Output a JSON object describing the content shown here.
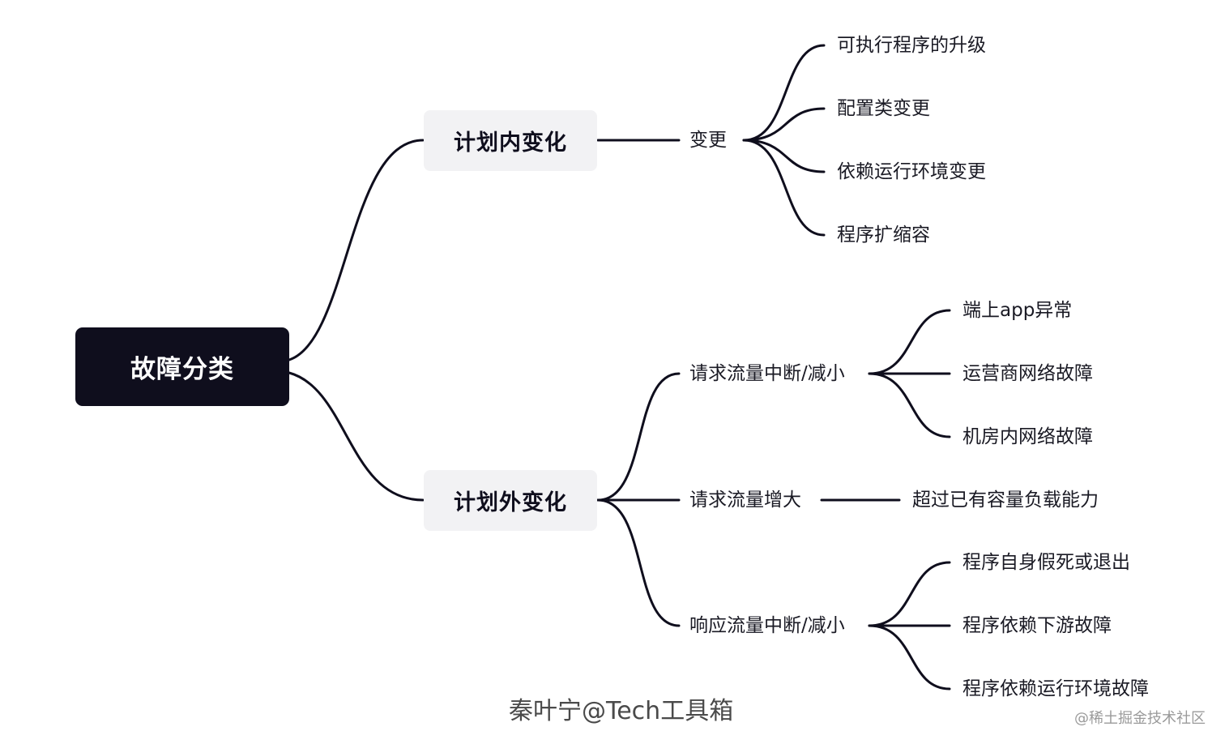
{
  "colors": {
    "line": "#0f0e1d",
    "root_bg": "#0f0e1d",
    "branch_bg": "#f2f2f4"
  },
  "root": {
    "label": "故障分类"
  },
  "branches": [
    {
      "label": "计划内变化",
      "children": [
        {
          "label": "变更",
          "children": [
            "可执行程序的升级",
            "配置类变更",
            "依赖运行环境变更",
            "程序扩缩容"
          ]
        }
      ]
    },
    {
      "label": "计划外变化",
      "children": [
        {
          "label": "请求流量中断/减小",
          "children": [
            "端上app异常",
            "运营商网络故障",
            "机房内网络故障"
          ]
        },
        {
          "label": "请求流量增大",
          "children": [
            "超过已有容量负载能力"
          ]
        },
        {
          "label": "响应流量中断/减小",
          "children": [
            "程序自身假死或退出",
            "程序依赖下游故障",
            "程序依赖运行环境故障"
          ]
        }
      ]
    }
  ],
  "watermark": "秦叶宁@Tech工具箱",
  "site_mark": "@稀土掘金技术社区"
}
